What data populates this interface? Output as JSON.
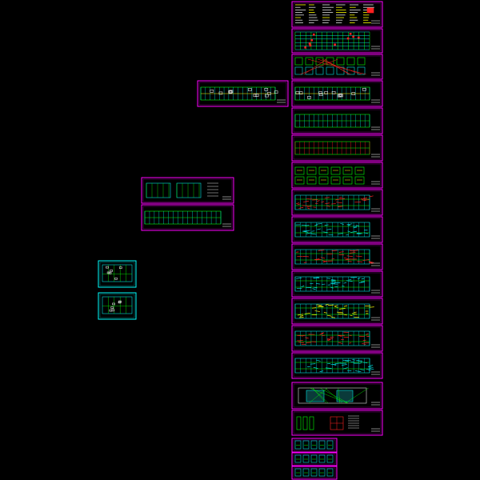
{
  "colors": {
    "background": "#000000",
    "frame_magenta": "#ff00ff",
    "frame_cyan": "#00ffff",
    "line_green": "#00ff00",
    "line_cyan": "#00e0e0",
    "line_red": "#ff2020",
    "line_yellow": "#ffff00",
    "line_white": "#e0e0e0"
  },
  "drawing_sheets": [
    {
      "id": "col-01",
      "frame": "magenta",
      "pattern": "text-blocks"
    },
    {
      "id": "col-02",
      "frame": "magenta",
      "pattern": "dense-grid"
    },
    {
      "id": "col-03",
      "frame": "magenta",
      "pattern": "detail-blocks"
    },
    {
      "id": "col-04",
      "frame": "magenta",
      "pattern": "plan-mixed"
    },
    {
      "id": "col-05",
      "frame": "magenta",
      "pattern": "plan-outline"
    },
    {
      "id": "col-06",
      "frame": "magenta",
      "pattern": "plan-red-grid"
    },
    {
      "id": "col-07",
      "frame": "magenta",
      "pattern": "green-blocks"
    },
    {
      "id": "col-08",
      "frame": "magenta",
      "pattern": "plan-red"
    },
    {
      "id": "col-09",
      "frame": "magenta",
      "pattern": "plan-cyan"
    },
    {
      "id": "col-10",
      "frame": "magenta",
      "pattern": "plan-red"
    },
    {
      "id": "col-11",
      "frame": "magenta",
      "pattern": "plan-cyan"
    },
    {
      "id": "col-12",
      "frame": "magenta",
      "pattern": "plan-yellow"
    },
    {
      "id": "col-13",
      "frame": "magenta",
      "pattern": "plan-red"
    },
    {
      "id": "col-14",
      "frame": "magenta",
      "pattern": "plan-cyan"
    },
    {
      "id": "col-15",
      "frame": "magenta",
      "pattern": "sections"
    },
    {
      "id": "col-16",
      "frame": "magenta",
      "pattern": "stair-detail"
    },
    {
      "id": "small-01",
      "frame": "magenta",
      "pattern": "small-details"
    },
    {
      "id": "small-02",
      "frame": "magenta",
      "pattern": "small-details"
    },
    {
      "id": "small-03",
      "frame": "magenta",
      "pattern": "small-details"
    },
    {
      "id": "mid-01",
      "frame": "magenta",
      "pattern": "plan-mixed"
    },
    {
      "id": "mid-02",
      "frame": "magenta",
      "pattern": "two-plans"
    },
    {
      "id": "mid-03",
      "frame": "magenta",
      "pattern": "plan-outline"
    },
    {
      "id": "left-01",
      "frame": "cyan",
      "pattern": "floor-plan"
    },
    {
      "id": "left-02",
      "frame": "cyan",
      "pattern": "floor-plan"
    }
  ]
}
